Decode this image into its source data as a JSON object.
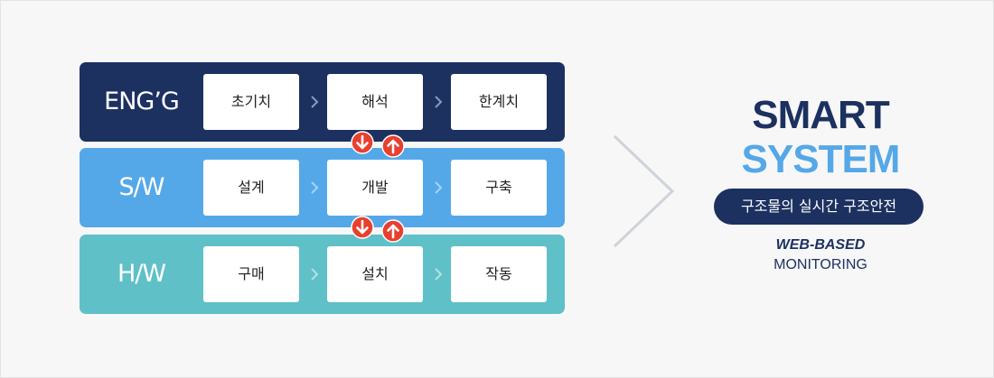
{
  "rows": [
    {
      "label": "ENG’G",
      "color": "#1c3160",
      "steps": [
        "초기치",
        "해석",
        "한계치"
      ]
    },
    {
      "label": "S/W",
      "color": "#55a8e8",
      "steps": [
        "설계",
        "개발",
        "구축"
      ]
    },
    {
      "label": "H/W",
      "color": "#5fc0c8",
      "steps": [
        "구매",
        "설치",
        "작동"
      ]
    }
  ],
  "colors": {
    "arrow_red": "#e8402f",
    "navy": "#1c3160",
    "light_blue": "#55a8e8",
    "chevron_gray": "#cfd3d8"
  },
  "smart_system": {
    "title_line1": "SMART",
    "title_line2": "SYSTEM",
    "badge": "구조물의 실시간 구조안전",
    "web_based": "WEB-BASED",
    "monitoring": "MONITORING"
  }
}
